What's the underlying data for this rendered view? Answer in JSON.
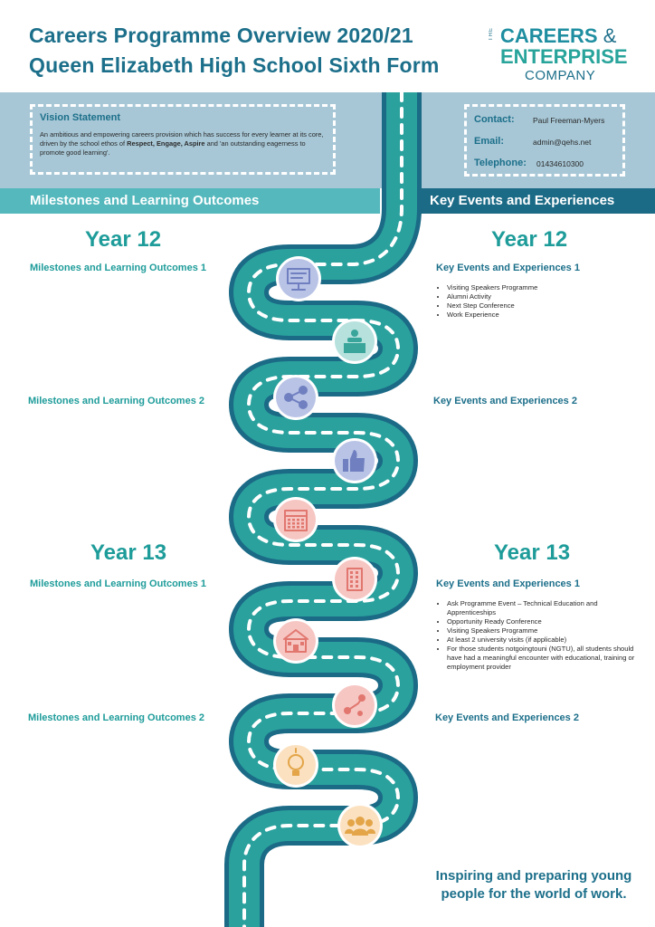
{
  "header": {
    "title_line1": "Careers Programme Overview 2020/21",
    "title_line2": "Queen Elizabeth High School Sixth Form"
  },
  "logo": {
    "the": "THE",
    "line1": "CAREERS",
    "amp": "&",
    "line2": "ENTERPRISE",
    "line3": "COMPANY"
  },
  "vision": {
    "title": "Vision Statement",
    "text_before": "An ambitious and empowering careers provision which has success for every learner at its core, driven by the school ethos of ",
    "bold_values": "Respect, Engage, Aspire",
    "text_after": " and 'an outstanding eagerness to promote good learning'."
  },
  "contact": {
    "contact_label": "Contact:",
    "contact_value": "Paul Freeman-Myers",
    "email_label": "Email:",
    "email_value": "admin@qehs.net",
    "telephone_label": "Telephone:",
    "telephone_value": "01434610300"
  },
  "sections": {
    "left_header": "Milestones and Learning Outcomes",
    "right_header": "Key Events and Experiences"
  },
  "year12": {
    "label": "Year 12",
    "milestones_1": "Milestones and Learning Outcomes 1",
    "milestones_2": "Milestones and Learning Outcomes 2",
    "events_1": "Key Events and Experiences 1",
    "events_1_items": [
      "Visiting Speakers Programme",
      "Alumni Activity",
      "Next Step Conference",
      "Work Experience"
    ],
    "events_2": "Key Events and Experiences 2"
  },
  "year13": {
    "label": "Year 13",
    "milestones_1": "Milestones and Learning Outcomes 1",
    "milestones_2": "Milestones and Learning Outcomes 2",
    "events_1": "Key Events and Experiences 1",
    "events_1_items": [
      "Ask Programme Event – Technical Education and Apprenticeships",
      "Opportunity Ready Conference",
      "Visiting Speakers Programme",
      "At least 2 university visits (if applicable)",
      "For those students notgoingtouni (NGTU), all students should have had a meaningful encounter with educational, training or employment provider"
    ],
    "events_2": "Key Events and Experiences 2"
  },
  "tagline": "Inspiring and preparing young people for the world of work.",
  "road_icons": [
    "presentation-board-icon",
    "lecturer-podium-icon",
    "share-network-icon",
    "thumbs-up-icon",
    "calendar-icon",
    "office-building-icon",
    "school-building-icon",
    "route-map-pin-icon",
    "light-bulb-icon",
    "group-people-icon"
  ],
  "colors": {
    "title_blue": "#1c6f8a",
    "teal": "#1e9c9a",
    "road_outer": "#1b6a86",
    "road_inner": "#2aa19d",
    "band": "#a7c7d6",
    "icon_blue": "#b9c3e6",
    "icon_teal": "#b6e1dd",
    "icon_pink": "#f6c6c3",
    "icon_peach": "#fbe1c0"
  }
}
